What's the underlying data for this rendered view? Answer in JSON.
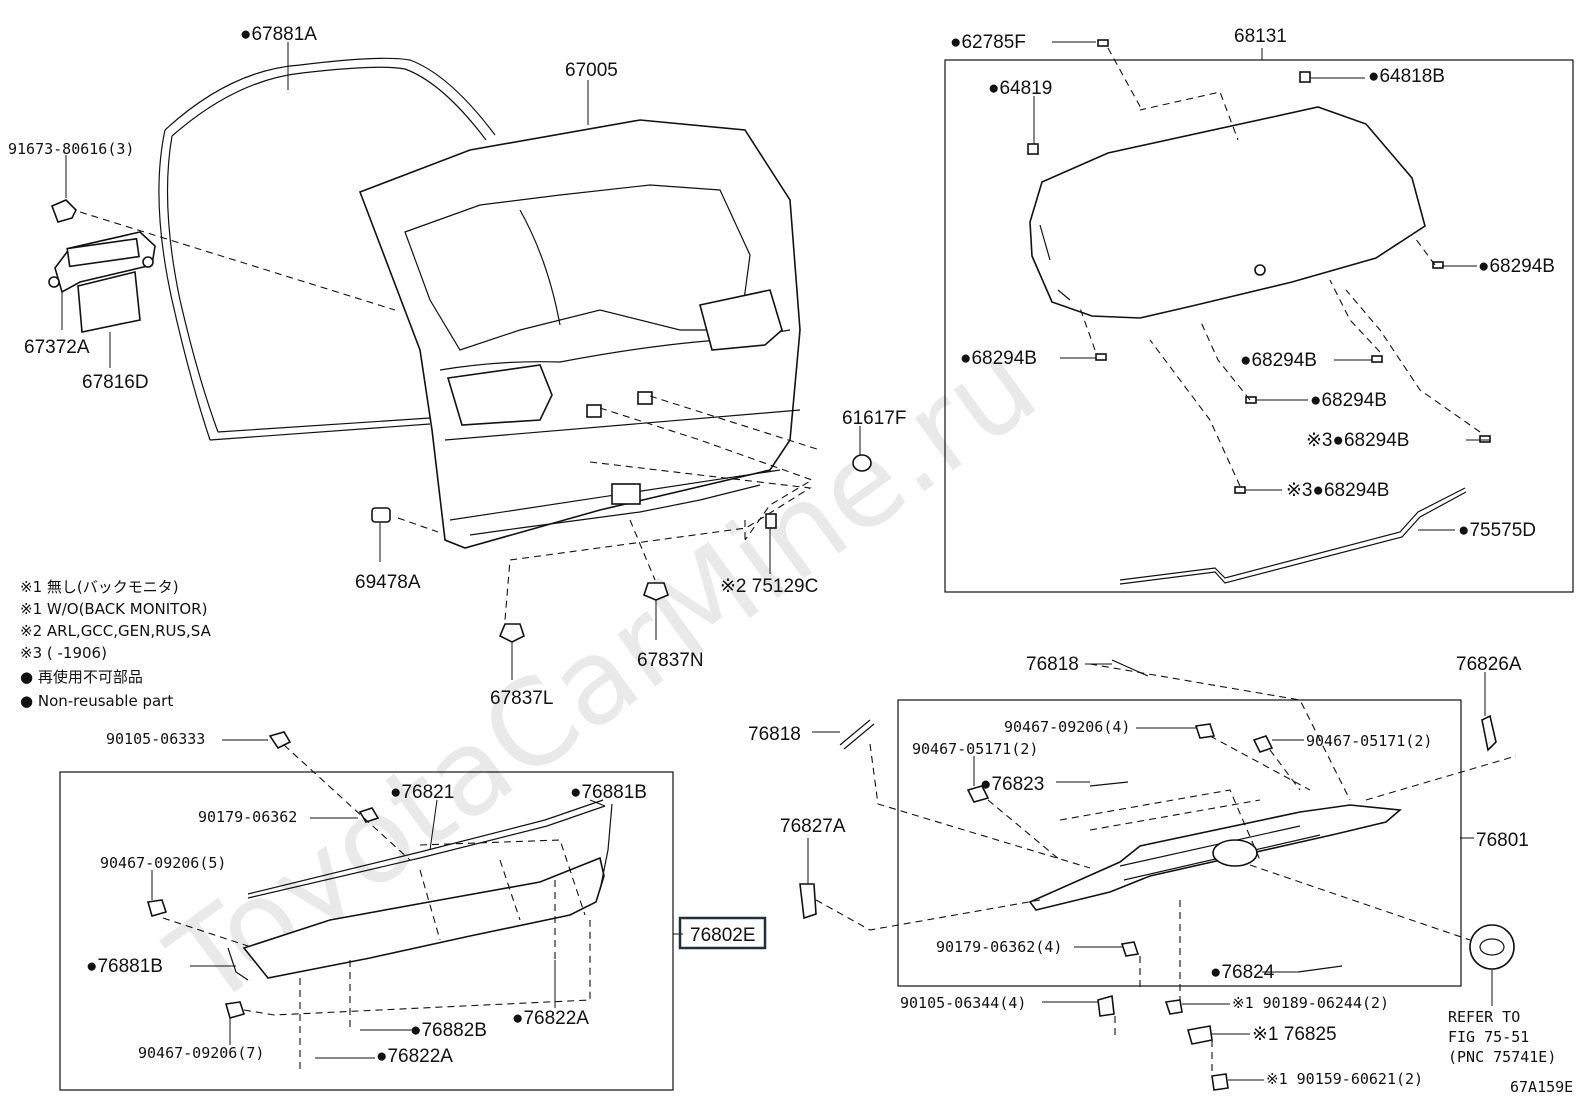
{
  "watermark": "ToyotaCarMine.ru",
  "figure_code": "67A159E",
  "legend": {
    "lines": [
      "※1 無し(バックモニタ)",
      "※1 W/O(BACK MONITOR)",
      "※2 ARL,GCC,GEN,RUS,SA",
      "※3 (        -1906)",
      "● 再使用不可部品",
      "● Non-reusable part"
    ]
  },
  "refer": {
    "lines": [
      "REFER TO",
      "FIG 75-51",
      "(PNC 75741E)"
    ]
  },
  "labels": {
    "l67881A": "●67881A",
    "l67005": "67005",
    "l91673": "91673-80616(3)",
    "l67372A": "67372A",
    "l67816D": "67816D",
    "l61617F": "61617F",
    "l69478A": "69478A",
    "l75129C": "※2 75129C",
    "l67837N": "67837N",
    "l67837L": "67837L",
    "l62785F": "●62785F",
    "l68131": "68131",
    "l64819": "●64819",
    "l64818B": "●64818B",
    "l68294B_a": "●68294B",
    "l68294B_b": "●68294B",
    "l68294B_c": "●68294B",
    "l68294B_d": "●68294B",
    "l68294B_e": "※3●68294B",
    "l68294B_f": "※3●68294B",
    "l75575D": "●75575D",
    "l90105_06333": "90105-06333",
    "l76821": "●76821",
    "l76881B_top": "●76881B",
    "l90179_06362": "90179-06362",
    "l90467_09206_5": "90467-09206(5)",
    "l76802E": "76802E",
    "l76881B_left": "●76881B",
    "l90467_09206_7": "90467-09206(7)",
    "l76882B": "●76882B",
    "l76822A_r": "●76822A",
    "l76822A_b": "●76822A",
    "l76818_top": "76818",
    "l76818_left": "76818",
    "l76826A": "76826A",
    "l90467_09206_4": "90467-09206(4)",
    "l90467_05171_2a": "90467-05171(2)",
    "l90467_05171_2b": "90467-05171(2)",
    "l76823": "●76823",
    "l76827A": "76827A",
    "l76801": "76801",
    "l90179_06362_4": "90179-06362(4)",
    "l76824": "●76824",
    "l90105_06344_4": "90105-06344(4)",
    "l90189_06244_2": "※1 90189-06244(2)",
    "l76825": "※1 76825",
    "l90159_60621_2": "※1 90159-60621(2)"
  }
}
